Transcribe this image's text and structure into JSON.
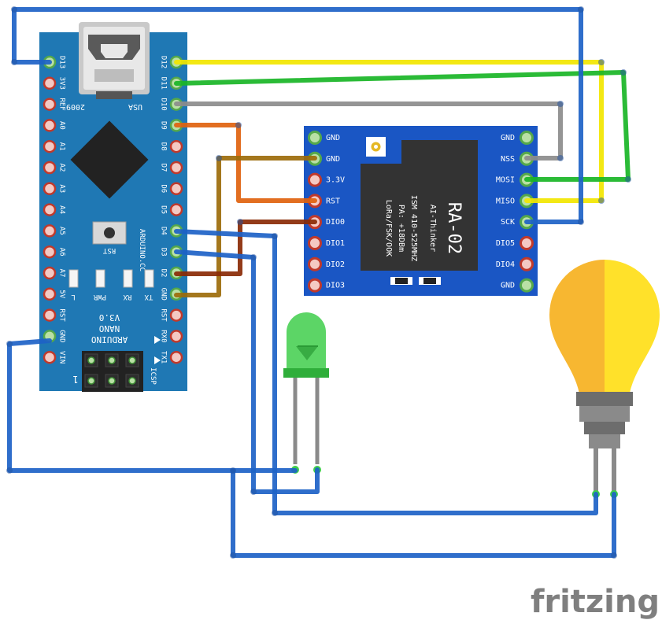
{
  "arduino": {
    "left_pins": [
      "D13",
      "3V3",
      "REF",
      "A0",
      "A1",
      "A2",
      "A3",
      "A4",
      "A5",
      "A6",
      "A7",
      "5V",
      "RST",
      "GND",
      "VIN"
    ],
    "right_pins": [
      "D12",
      "D11",
      "D10",
      "D9",
      "D8",
      "D7",
      "D6",
      "D5",
      "D4",
      "D3",
      "D2",
      "GND",
      "RST",
      "RX0",
      "TX1"
    ],
    "top_labels": [
      "2009",
      "USA"
    ],
    "name_lines": [
      "ARDUINO",
      "NANO",
      "V3.0"
    ],
    "website": "ARDUINO.CC",
    "button": "RST",
    "leds": [
      "L",
      "PWR",
      "RX",
      "TX"
    ],
    "icsp": "ICSP",
    "icsp_pin1": "1",
    "colors": {
      "board": "#1f78b4",
      "chip": "#222222",
      "pin": "#d9534f"
    }
  },
  "lora": {
    "left_pins": [
      "GND",
      "GND",
      "3.3V",
      "RST",
      "DIO0",
      "DIO1",
      "DIO2",
      "DIO3"
    ],
    "right_pins": [
      "GND",
      "NSS",
      "MOSI",
      "MISO",
      "SCK",
      "DIO5",
      "DIO4",
      "GND"
    ],
    "title": "RA-02",
    "maker": "AI-Thinker",
    "spec_lines": [
      "ISM 410-525MHZ",
      "PA: +18DBm",
      "LoRa/FSK/OOK"
    ],
    "colors": {
      "board": "#1a56c4",
      "shield": "#333333"
    }
  },
  "wire_colors": {
    "d12_miso": "#f2e600",
    "d11_mosi": "#19b526",
    "d10_nss": "#8c8c8c",
    "d9_rst": "#e0620e",
    "gnd": "#9c6b0a",
    "d2_dio0": "#8a2a05",
    "blue": "#1d62c7"
  },
  "components": {
    "led_color": "#3fce4b",
    "bulb_left": "#f7b731",
    "bulb_right": "#ffe12a"
  },
  "watermark": "fritzing"
}
